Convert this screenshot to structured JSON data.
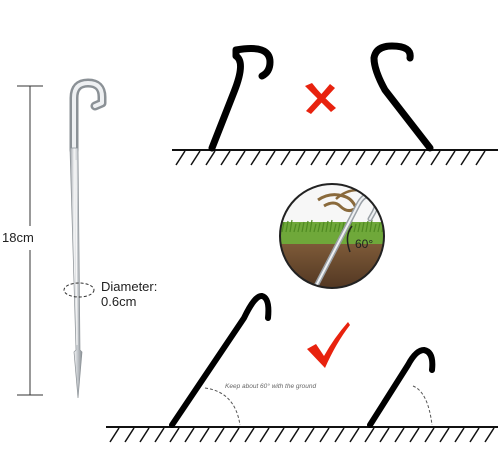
{
  "measurements": {
    "length": "18cm",
    "diameter_title": "Diameter:",
    "diameter_value": "0.6cm"
  },
  "angle_label": "60°",
  "note": "Keep about 60°  with the ground",
  "colors": {
    "stake_silver": "#c4c8cc",
    "stake_dark": "#000000",
    "ground_line": "#111111",
    "wrong_mark": "#e8220e",
    "right_mark": "#e8220e",
    "grass": "#6fa83a",
    "soil": "#6b4a2e",
    "rope": "#8a6a3c"
  },
  "icons": [
    "cross-mark-icon",
    "check-mark-icon"
  ]
}
